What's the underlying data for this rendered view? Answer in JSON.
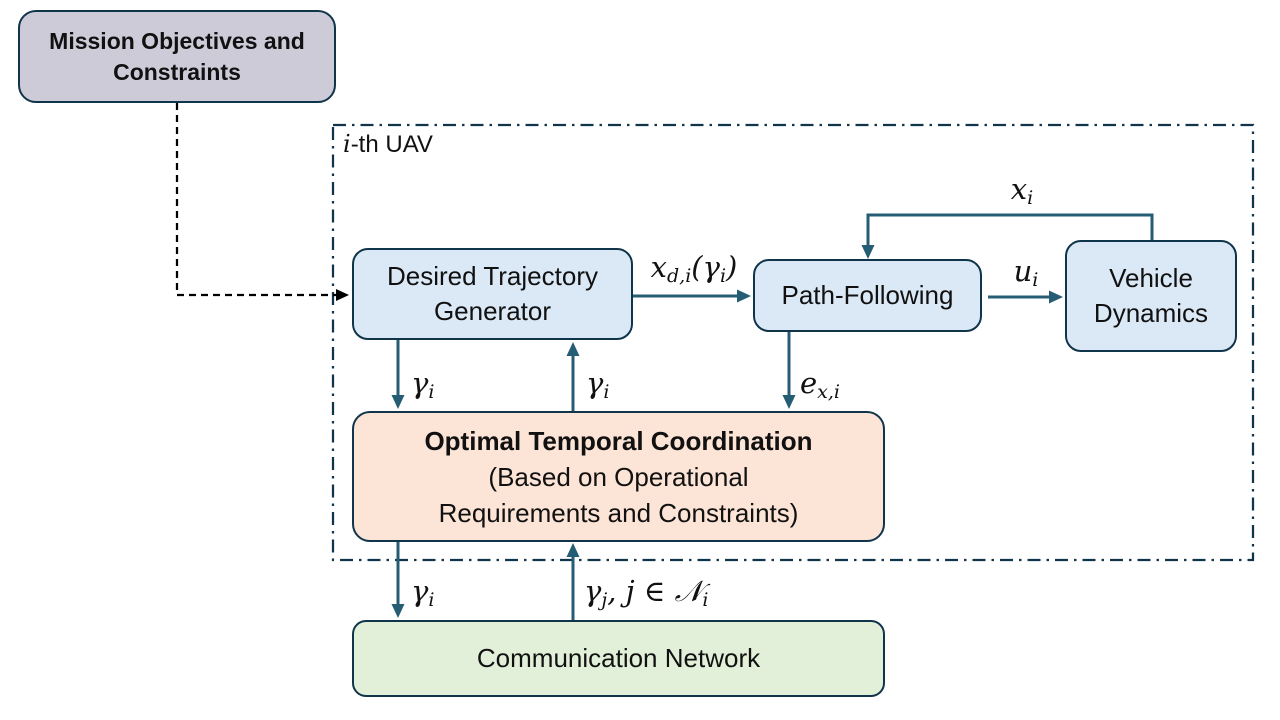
{
  "diagram": {
    "container": {
      "label_italic_part": "i",
      "label_rest": "-th UAV"
    },
    "boxes": {
      "mission": {
        "label": "Mission Objectives and Constraints"
      },
      "desired_trajectory_generator": {
        "label": "Desired Trajectory Generator"
      },
      "path_following": {
        "label": "Path-Following"
      },
      "vehicle_dynamics": {
        "label": "Vehicle Dynamics"
      },
      "optimal_temporal_coordination": {
        "title": "Optimal Temporal Coordination",
        "line2": "(Based on Operational",
        "line3": "Requirements and Constraints)"
      },
      "communication_network": {
        "label": "Communication Network"
      }
    },
    "signal_labels": {
      "xdi": {
        "p1": "x",
        "s1": "d,i",
        "p2": "(γ",
        "s2": "i",
        "p3": ")"
      },
      "ui": {
        "base": "u",
        "sub": "i"
      },
      "xi": {
        "base": "x",
        "sub": "i"
      },
      "gamma_dtg_down": {
        "base": "γ",
        "sub": "i"
      },
      "gamma_otc_up": {
        "base": "γ",
        "sub": "i"
      },
      "exi": {
        "base": "e",
        "sub": "x,i"
      },
      "gamma_cn_down": {
        "base": "γ",
        "sub": "i"
      },
      "gamma_network_up": {
        "p1": "γ",
        "s1": "j",
        "p2": ", j ∈ 𝒩",
        "s2": "i"
      }
    },
    "colors": {
      "box_border": "#10354a",
      "arrow": "#245d74",
      "dashed_arrow": "#000000",
      "mission_fill": "#cecbd9",
      "blue_fill": "#dbe9f6",
      "peach_fill": "#fce4d6",
      "green_fill": "#e2f0d9",
      "background": "#ffffff"
    }
  }
}
